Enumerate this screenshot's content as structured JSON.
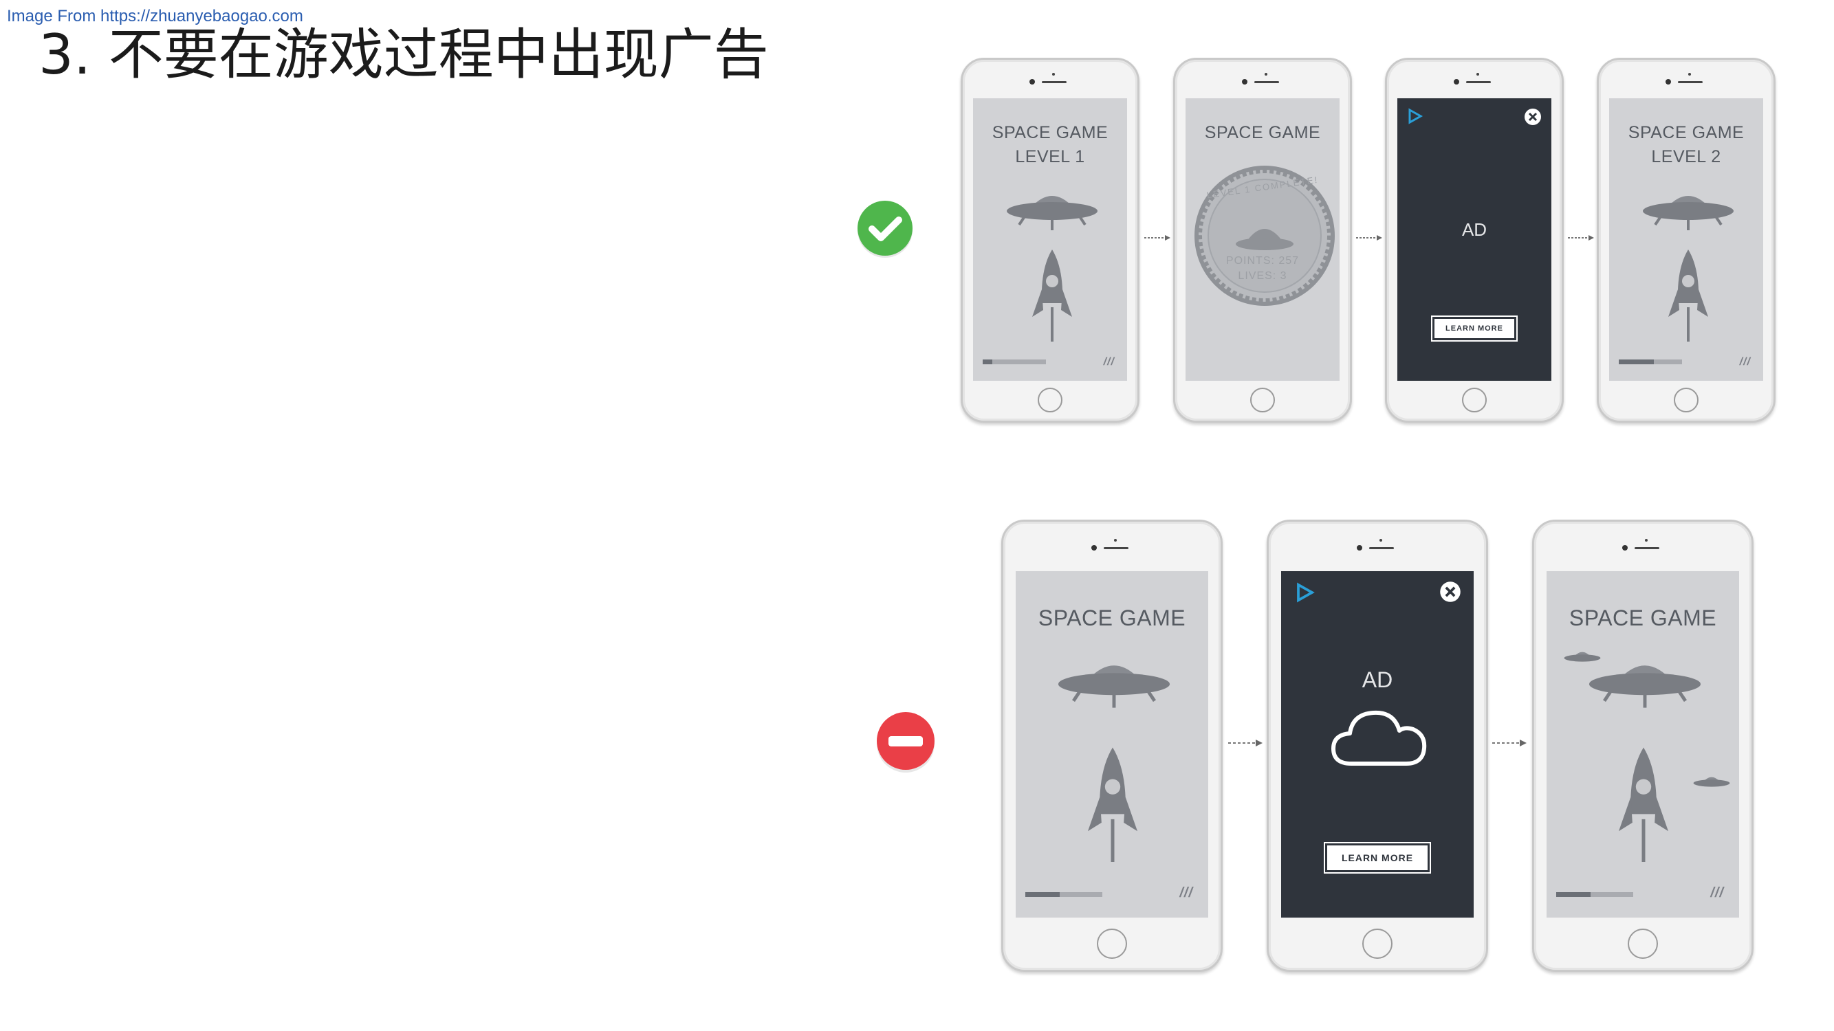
{
  "watermark": "Image From https://zhuanyebaogao.com",
  "title": "3. 不要在游戏过程中出现广告",
  "colors": {
    "good": "#4fb64c",
    "bad": "#ea3f47",
    "screen_light": "#d1d2d5",
    "screen_dark": "#2f343c",
    "ad_logo": "#2a9fd8"
  },
  "good_flow": {
    "status_icon": "check-circle-icon",
    "phones": [
      {
        "kind": "game",
        "title_line1": "SPACE GAME",
        "title_line2": "LEVEL 1"
      },
      {
        "kind": "level-complete",
        "title_line1": "SPACE GAME",
        "badge_arc": "LEVEL 1 COMPLETE!",
        "points": "POINTS: 257",
        "lives": "LIVES: 3"
      },
      {
        "kind": "ad",
        "ad_label": "AD",
        "button": "LEARN MORE"
      },
      {
        "kind": "game",
        "title_line1": "SPACE GAME",
        "title_line2": "LEVEL 2"
      }
    ]
  },
  "bad_flow": {
    "status_icon": "minus-circle-icon",
    "phones": [
      {
        "kind": "game",
        "title_line1": "SPACE GAME"
      },
      {
        "kind": "ad",
        "ad_label": "AD",
        "button": "LEARN MORE",
        "icon": "cloud-icon"
      },
      {
        "kind": "game",
        "title_line1": "SPACE GAME"
      }
    ]
  },
  "progress_ticks": "///"
}
